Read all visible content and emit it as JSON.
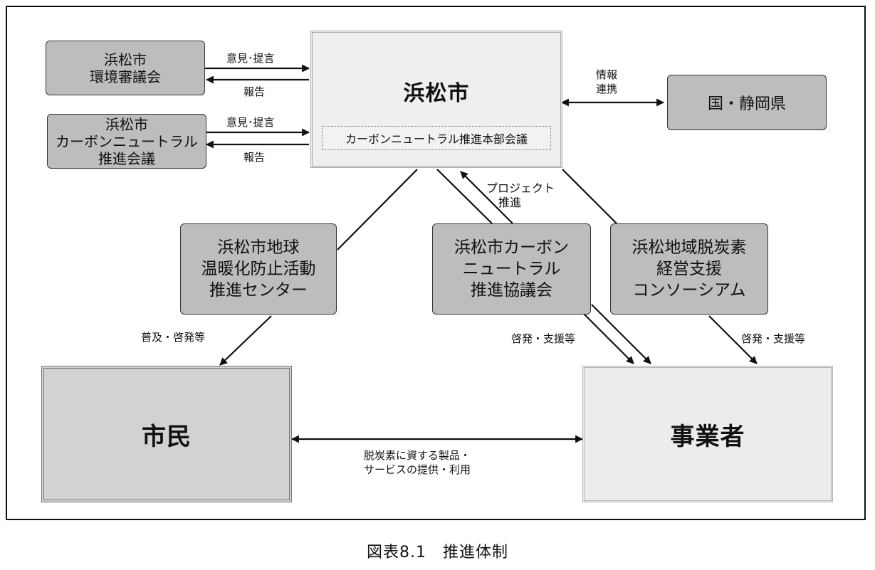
{
  "shingikai": {
    "lines": [
      "浜松市",
      "環境審議会"
    ]
  },
  "cn_kaigi": {
    "lines": [
      "浜松市",
      "カーボンニュートラル",
      "推進会議"
    ]
  },
  "city": {
    "title": "浜松市",
    "sub": "カーボンニュートラル推進本部会議"
  },
  "nation": {
    "label": "国・静岡県"
  },
  "center": {
    "lines": [
      "浜松市地球",
      "温暖化防止活動",
      "推進センター"
    ]
  },
  "kyogikai": {
    "lines": [
      "浜松市カーボン",
      "ニュートラル",
      "推進協議会"
    ]
  },
  "consortium": {
    "lines": [
      "浜松地域脱炭素",
      "経営支援",
      "コンソーシアム"
    ]
  },
  "citizens": {
    "label": "市民"
  },
  "business": {
    "label": "事業者"
  },
  "labels": {
    "opinion1": "意見･提言",
    "report1": "報告",
    "opinion2": "意見･提言",
    "report2": "報告",
    "info": [
      "情報",
      "連携"
    ],
    "project": [
      "プロジェクト",
      "推進"
    ],
    "promo_citizen": "普及・啓発等",
    "promo_business1": "啓発・支援等",
    "promo_business2": "啓発・支援等",
    "products": [
      "脱炭素に資する製品・",
      "サービスの提供・利用"
    ]
  },
  "caption": "図表8.1　推進体制"
}
